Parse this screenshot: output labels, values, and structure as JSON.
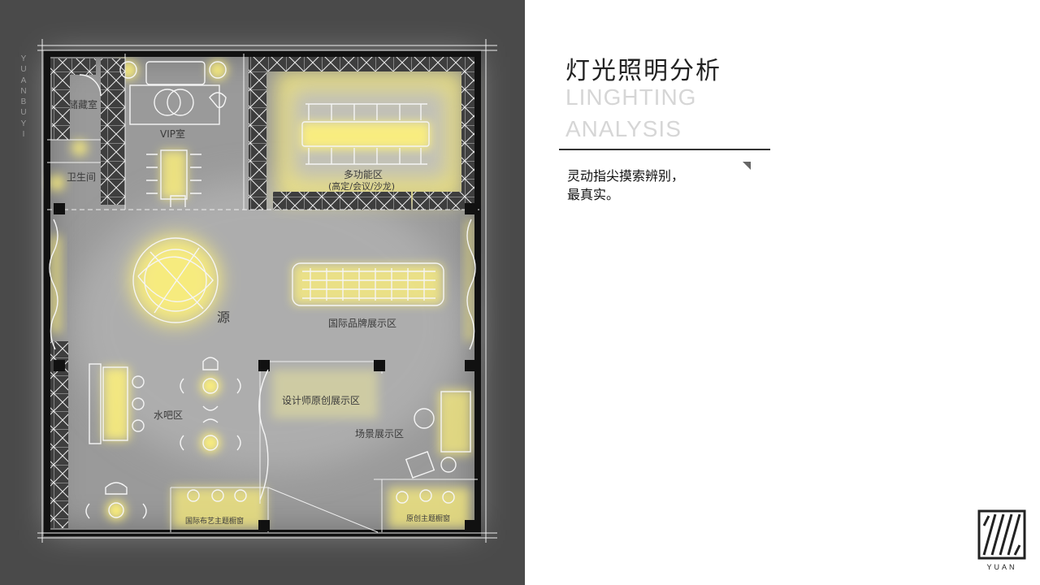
{
  "side_text": [
    "Y",
    "U",
    "A",
    "N",
    "B",
    "U",
    "Y",
    "I"
  ],
  "heading": {
    "cn": "灯光照明分析",
    "en_line1": "LINGHTING",
    "en_line2": "ANALYSIS"
  },
  "description": [
    "灵动指尖摸索辨别，",
    "最真实。"
  ],
  "logo_text": "YUAN",
  "rooms": {
    "storage": "储藏室",
    "vip": "VIP室",
    "bathroom": "卫生间",
    "multi": "多功能区",
    "multi_sub": "(高定/会议/沙龙)",
    "source": "源",
    "intl_brand": "国际品牌展示区",
    "designer": "设计师原创展示区",
    "water_bar": "水吧区",
    "scene": "场景展示区",
    "intl_fabric": "国际布艺主题橱窗",
    "original": "原创主题橱窗"
  },
  "colors": {
    "panel_bg": "#4a4a4a",
    "floor": "#9c9c9c",
    "glow": "#fff27a",
    "line": "#ffffff",
    "wall": "#111111"
  }
}
